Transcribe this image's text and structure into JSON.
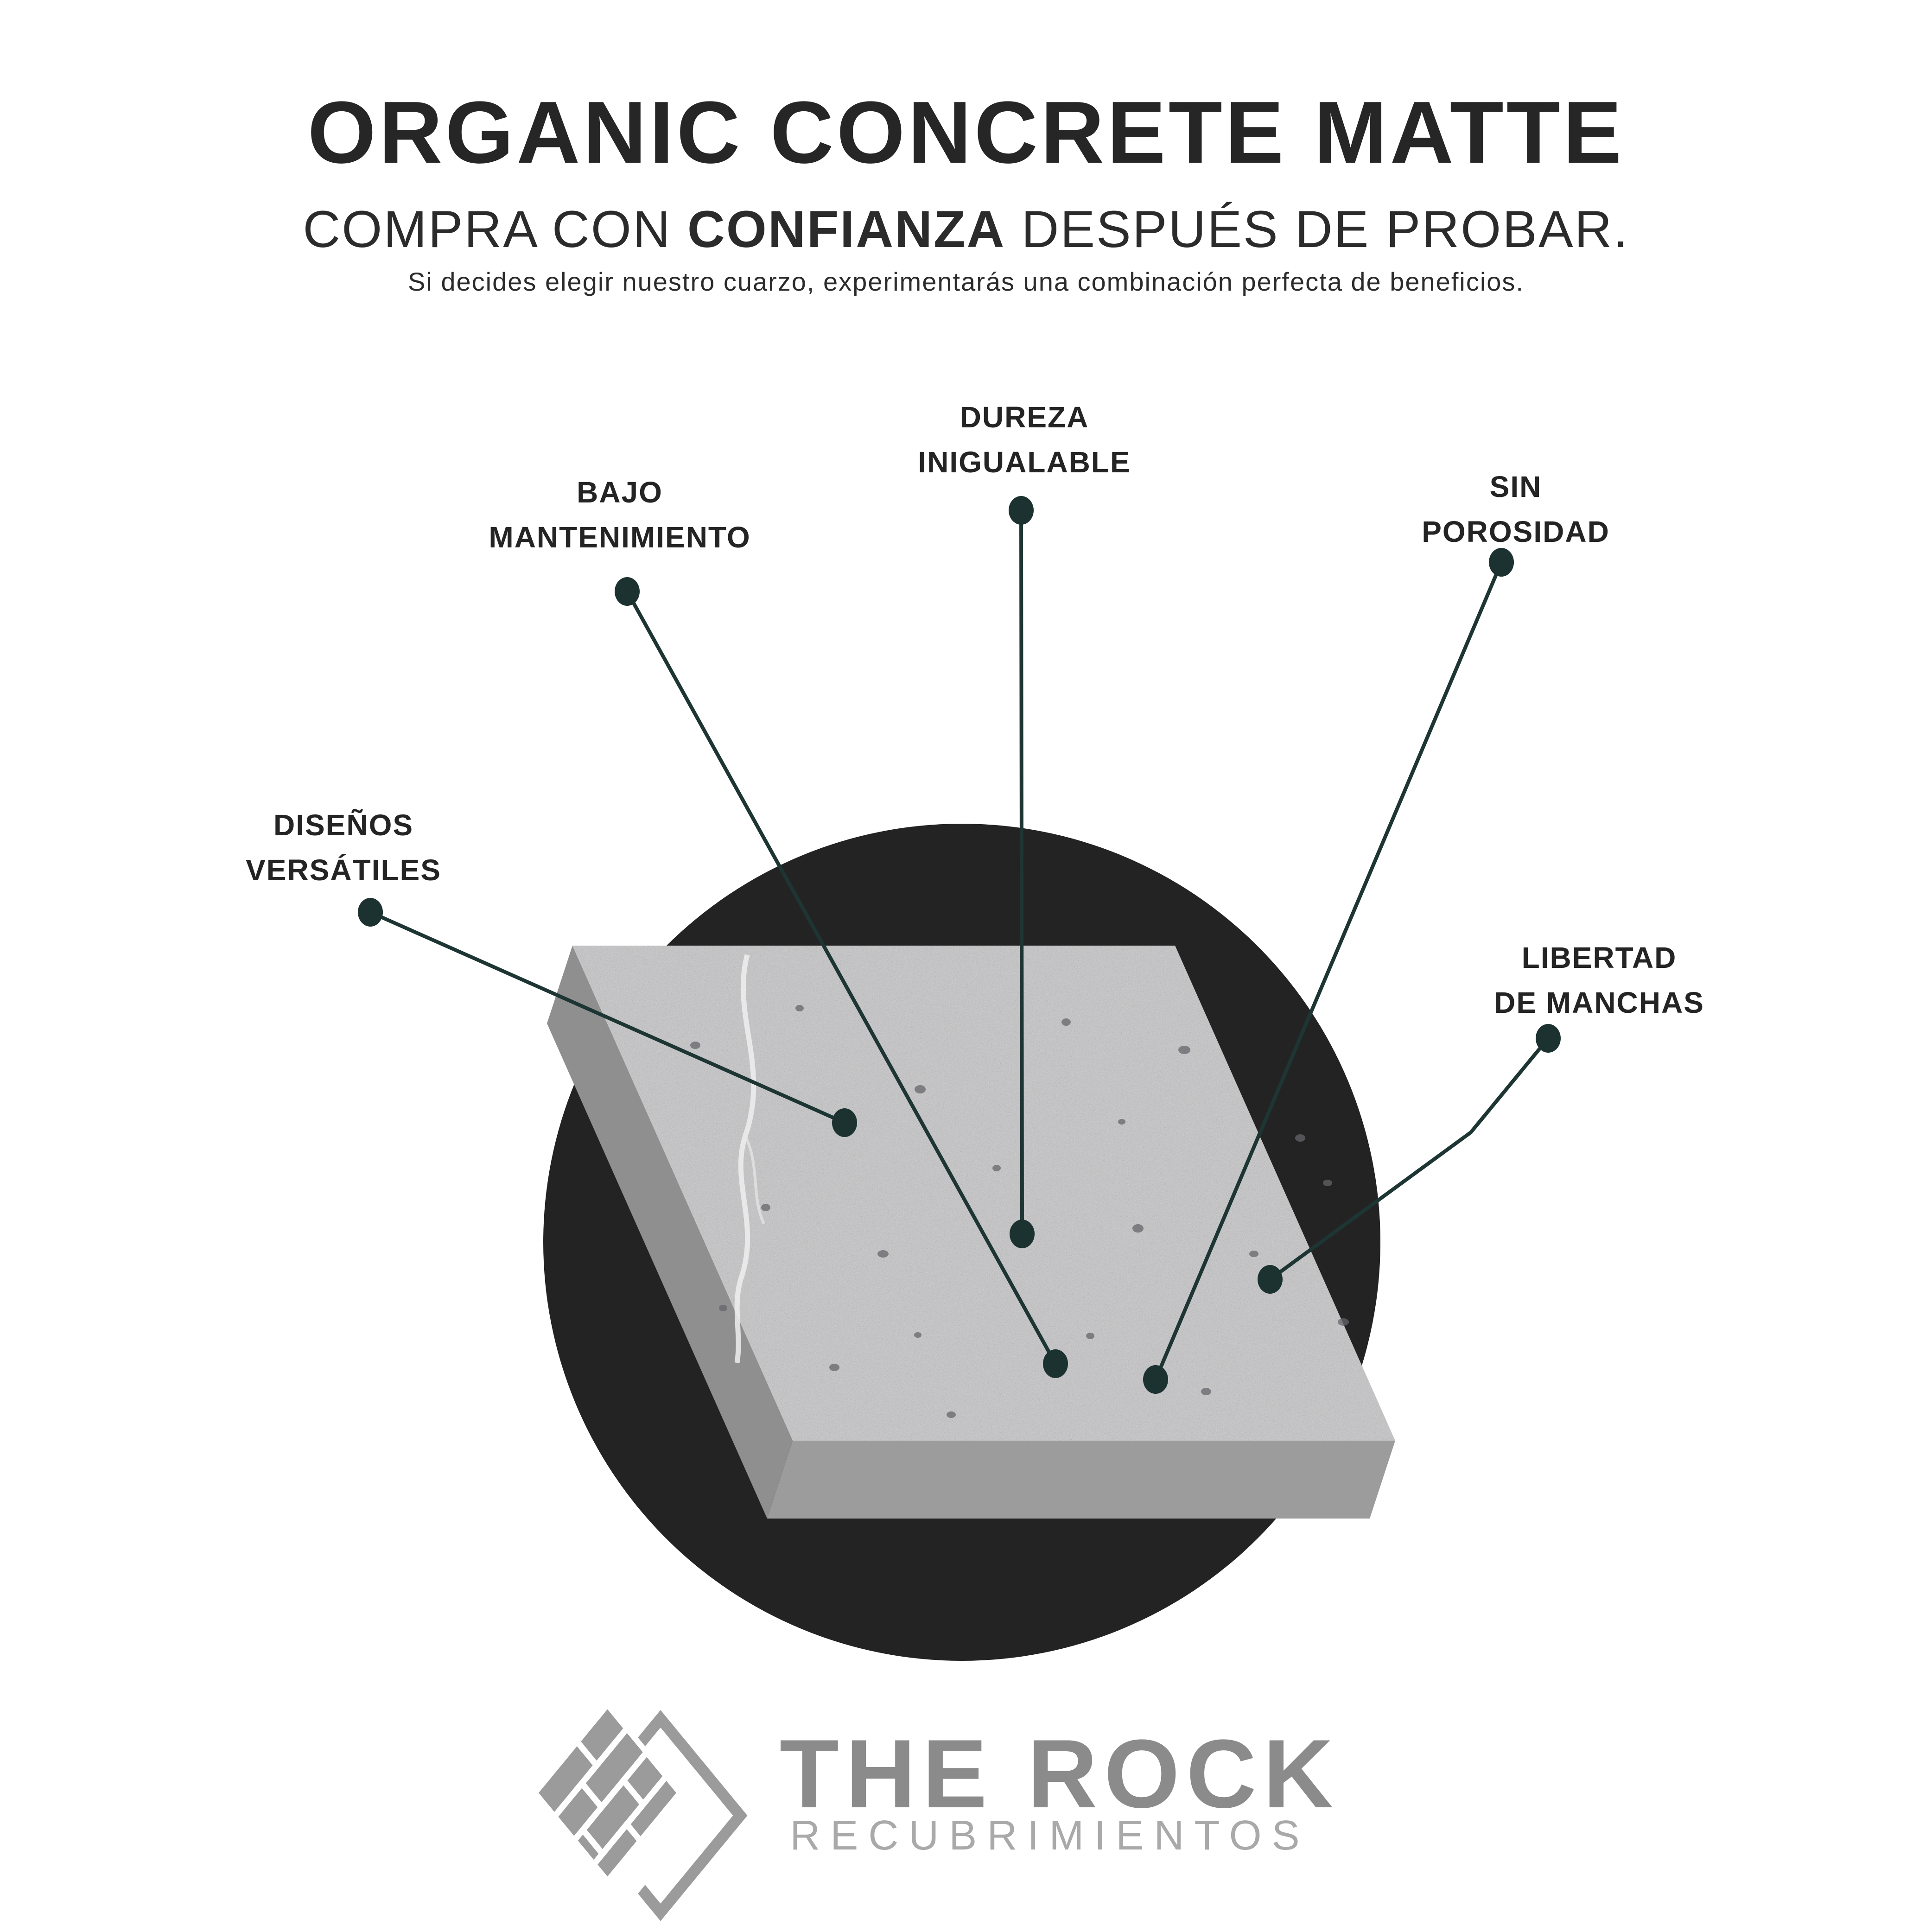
{
  "header": {
    "title": "ORGANIC CONCRETE MATTE",
    "subtitle_prefix": "COMPRA CON ",
    "subtitle_emphasis": "CONFIANZA",
    "subtitle_suffix": " DESPUÉS DE PROBAR.",
    "tagline": "Si decides elegir nuestro cuarzo, experimentarás una combinación perfecta de beneficios."
  },
  "benefits": [
    {
      "id": "bajo-mantenimiento",
      "line1": "BAJO",
      "line2": "MANTENIMIENTO"
    },
    {
      "id": "dureza-inigualable",
      "line1": "DUREZA",
      "line2": "INIGUALABLE"
    },
    {
      "id": "sin-porosidad",
      "line1": "SIN",
      "line2": "POROSIDAD"
    },
    {
      "id": "disenos-versatiles",
      "line1": "DISEÑOS",
      "line2": "VERSÁTILES"
    },
    {
      "id": "libertad-de-manchas",
      "line1": "LIBERTAD",
      "line2": "DE MANCHAS"
    }
  ],
  "logo": {
    "name": "THE ROCK",
    "subname": "RECUBRIMIENTOS"
  },
  "colors": {
    "text_primary": "#262626",
    "leader_line": "#1d3533",
    "marker_dot": "#1c3231",
    "backdrop_circle": "#232323",
    "concrete_top": "#c6c6c8",
    "concrete_left_face": "#8f8f8f",
    "concrete_front_face": "#9c9c9c",
    "logo_gray": "#8b8b8b",
    "logo_light_gray": "#a9a9a9"
  }
}
